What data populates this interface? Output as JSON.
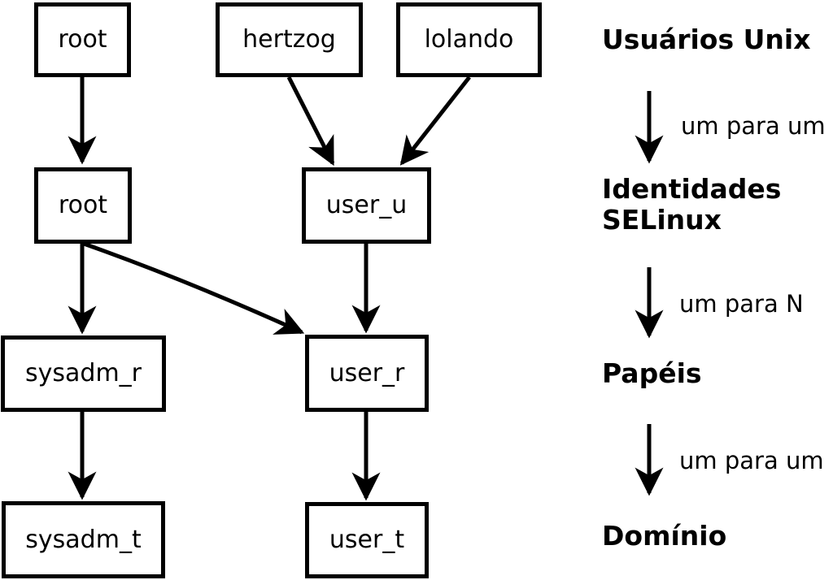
{
  "diagram": {
    "nodes": {
      "root_unix": {
        "label": "root"
      },
      "hertzog": {
        "label": "hertzog"
      },
      "lolando": {
        "label": "lolando"
      },
      "root_selinux": {
        "label": "root"
      },
      "user_u": {
        "label": "user_u"
      },
      "sysadm_r": {
        "label": "sysadm_r"
      },
      "user_r": {
        "label": "user_r"
      },
      "sysadm_t": {
        "label": "sysadm_t"
      },
      "user_t": {
        "label": "user_t"
      }
    },
    "legend": {
      "level1": "Usuários Unix",
      "mapping1": "um para um",
      "level2_line1": "Identidades",
      "level2_line2": "SELinux",
      "mapping2": "um para N",
      "level3": "Papéis",
      "mapping3": "um para um",
      "level4": "Domínio"
    },
    "colors": {
      "line": "#000000",
      "background": "#ffffff",
      "box_fill": "#ffffff"
    }
  }
}
